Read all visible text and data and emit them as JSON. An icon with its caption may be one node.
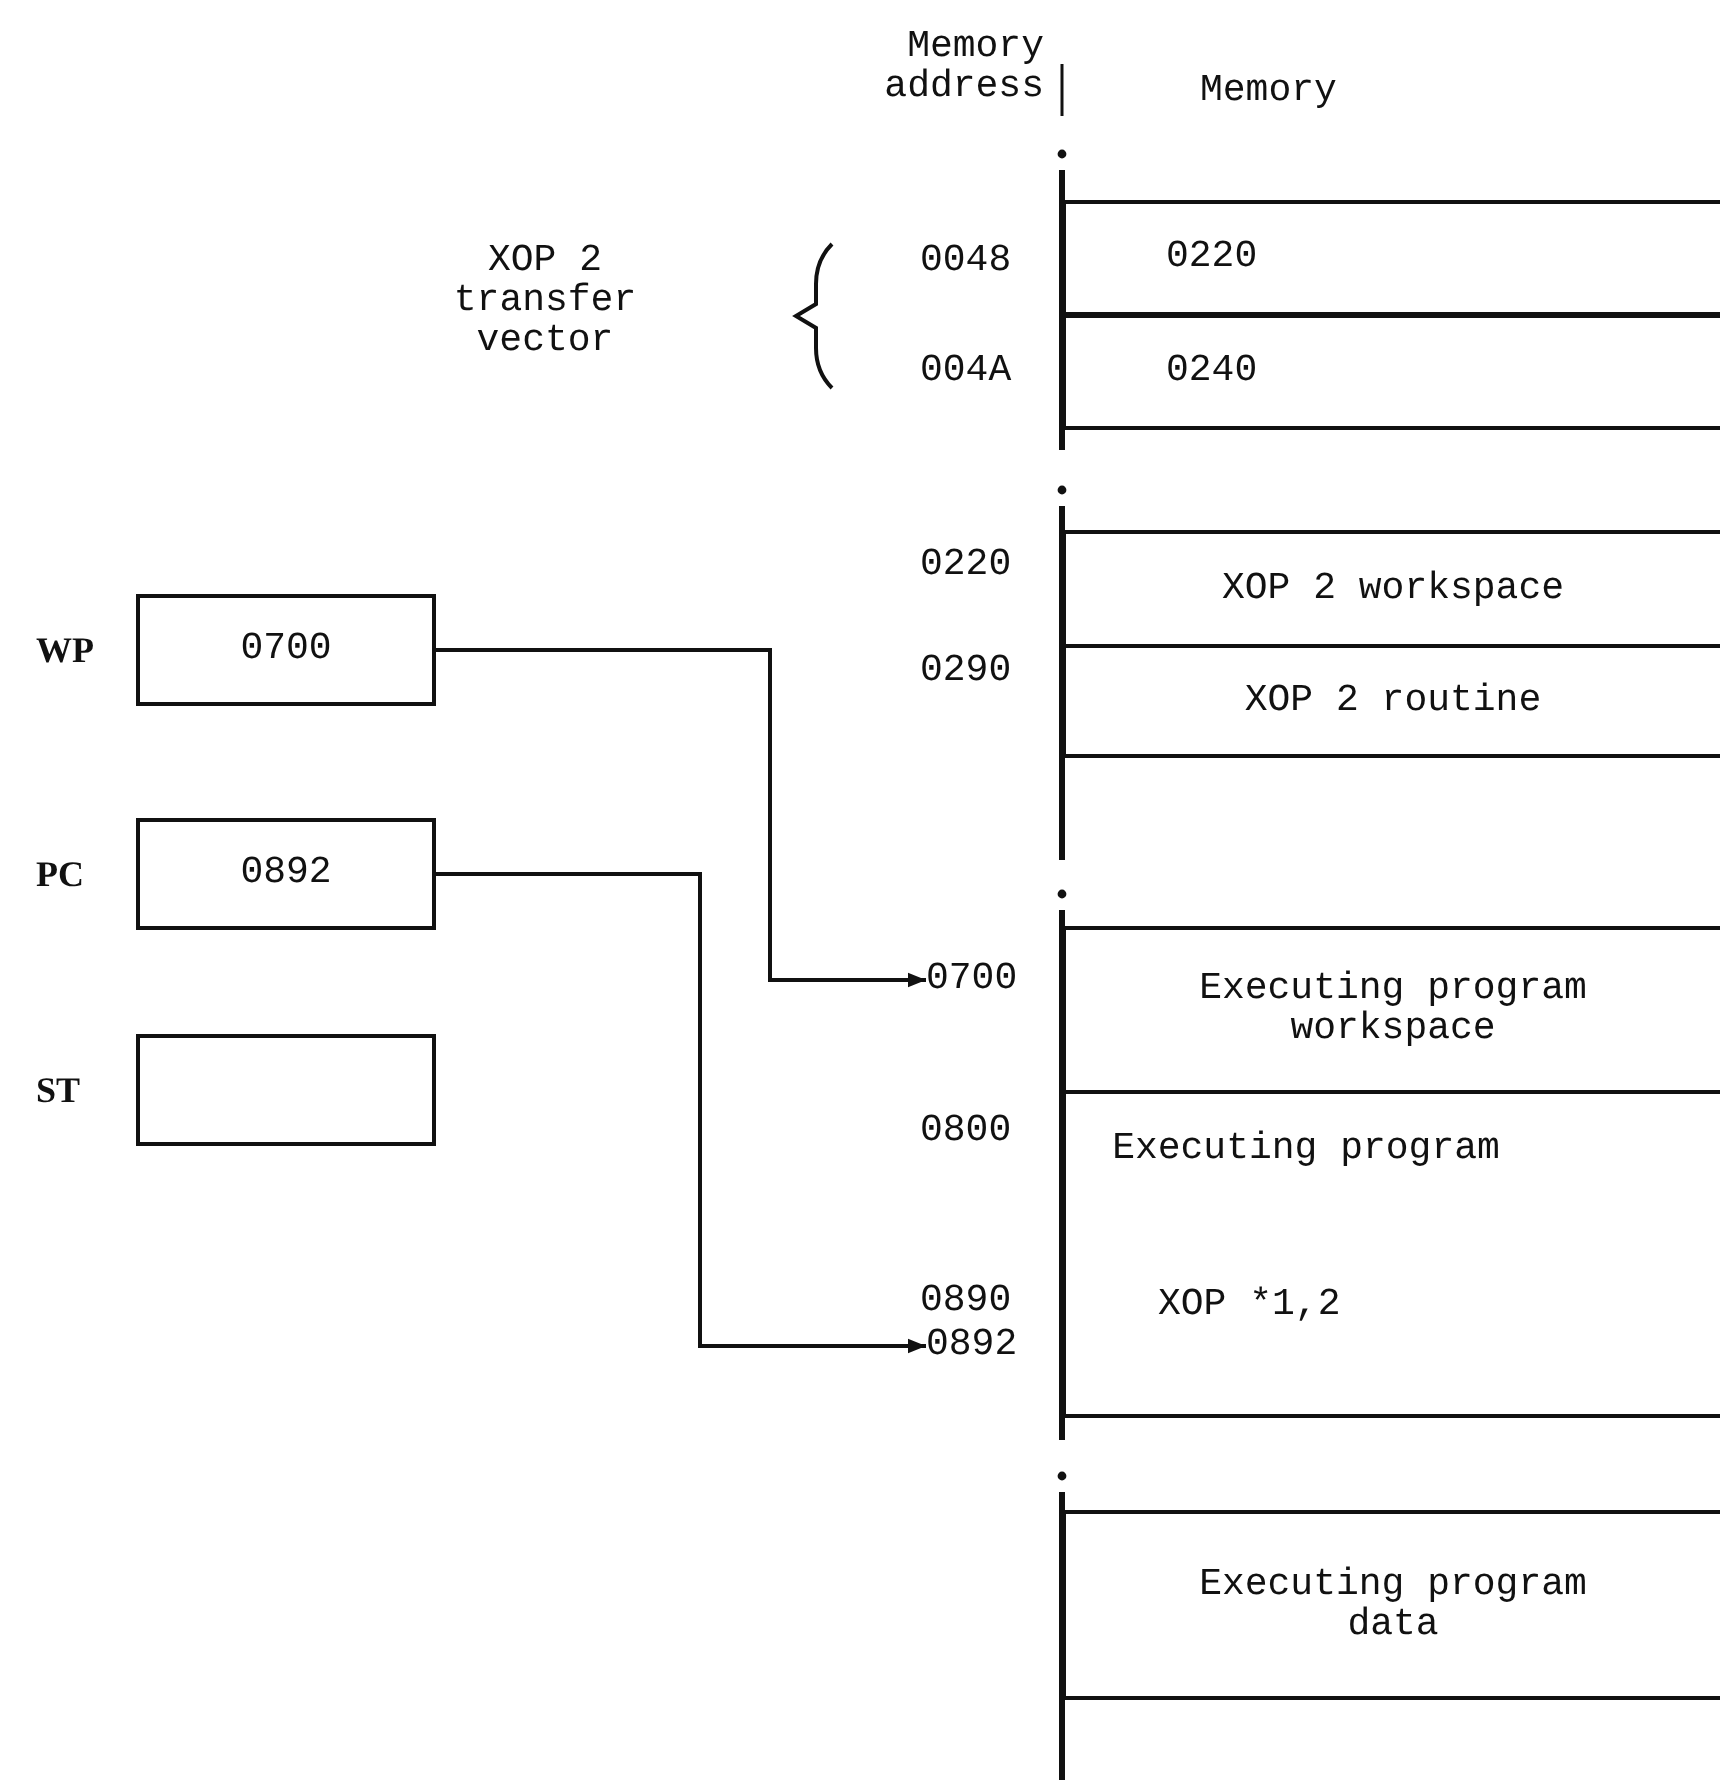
{
  "diagram": {
    "nodes": [
      {
        "text": [
          "0700"
        ],
        "beside": [
          "WP"
        ]
      },
      {
        "text": [
          "0892"
        ],
        "beside": [
          "PC"
        ]
      },
      {
        "text": [],
        "shape": "box",
        "beside": [
          "ST"
        ]
      },
      {
        "text": [
          "0700"
        ]
      },
      {
        "text": [
          "0892"
        ]
      },
      {
        "text": [
          "0220"
        ]
      },
      {
        "text": [
          "0240"
        ]
      },
      {
        "text": [
          "XOP 2 workspace"
        ]
      },
      {
        "text": [
          "XOP 2 routine"
        ]
      },
      {
        "text": [
          "Executing program workspace"
        ]
      },
      {
        "text": [
          "Executing program",
          "XOP *1,2"
        ]
      },
      {
        "text": [
          "Executing program data"
        ]
      }
    ],
    "edges": [
      {
        "from": 0,
        "to": 3,
        "arrow": "to"
      },
      {
        "from": 1,
        "to": 4,
        "arrow": "to"
      }
    ],
    "labels": [
      "Memory address",
      "Memory",
      "XOP 2 transfer vector",
      "0048",
      "004A",
      "0220",
      "0290",
      "0800",
      "0890"
    ]
  }
}
